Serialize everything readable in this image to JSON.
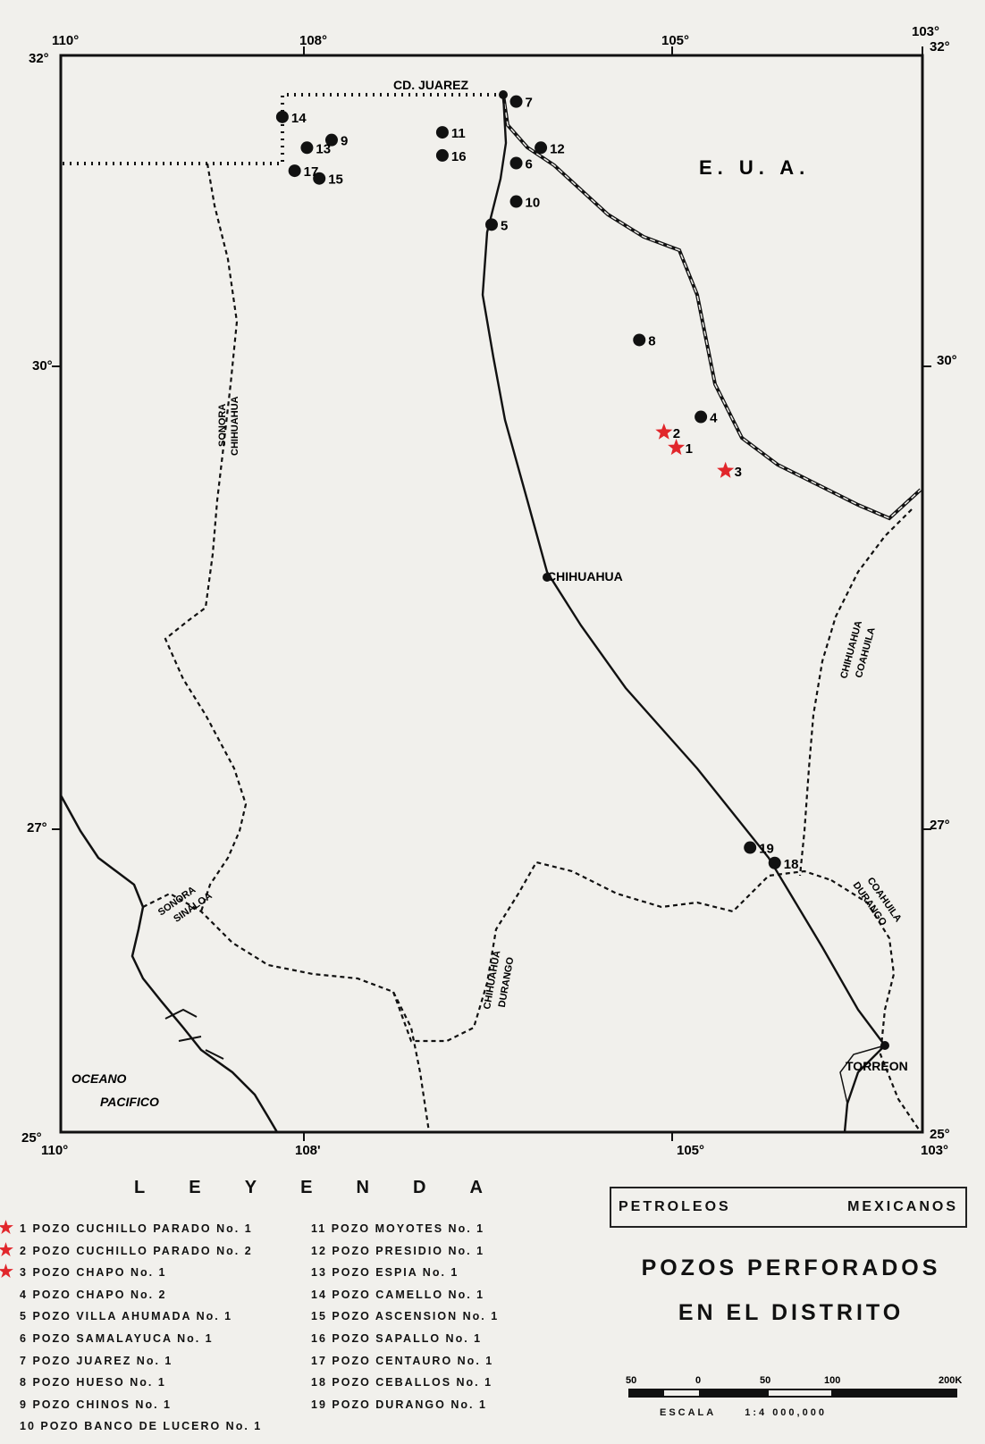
{
  "map": {
    "coords": {
      "top": [
        "110°",
        "108°",
        "105°",
        "103°"
      ],
      "bottom": [
        "110°",
        "108'",
        "105°",
        "103°"
      ],
      "left": [
        "32°",
        "30°",
        "27°",
        "25°"
      ],
      "right": [
        "32°",
        "30°",
        "27°",
        "25°"
      ]
    },
    "labels": {
      "country": "E. U. A.",
      "ciudad_juarez": "CD. JUAREZ",
      "chihuahua": "CHIHUAHUA",
      "torreon": "TORREON",
      "ocean_line1": "OCEANO",
      "ocean_line2": "PACIFICO"
    },
    "state_labels": {
      "sonora_chihuahua": [
        "SONORA",
        "CHIHUAHUA"
      ],
      "sonora_sinaloa": [
        "SONORA",
        "SINALOA"
      ],
      "chihuahua_durango": [
        "CHIHUAHUA",
        "DURANGO"
      ],
      "chihuahua_coahuila": [
        "CHIHUAHUA",
        "COAHUILA"
      ],
      "coahuila_durango": [
        "COAHUILA",
        "DURANGO"
      ]
    },
    "wells": [
      {
        "n": "1",
        "lat": 29.45,
        "lon": -105.0,
        "marker": "star"
      },
      {
        "n": "2",
        "lat": 29.55,
        "lon": -105.1,
        "marker": "star"
      },
      {
        "n": "3",
        "lat": 29.3,
        "lon": -104.6,
        "marker": "star"
      },
      {
        "n": "4",
        "lat": 29.65,
        "lon": -104.8,
        "marker": "dot"
      },
      {
        "n": "5",
        "lat": 30.9,
        "lon": -106.5,
        "marker": "dot"
      },
      {
        "n": "6",
        "lat": 31.3,
        "lon": -106.3,
        "marker": "dot"
      },
      {
        "n": "7",
        "lat": 31.7,
        "lon": -106.3,
        "marker": "dot"
      },
      {
        "n": "8",
        "lat": 30.15,
        "lon": -105.3,
        "marker": "dot"
      },
      {
        "n": "9",
        "lat": 31.45,
        "lon": -107.8,
        "marker": "dot"
      },
      {
        "n": "10",
        "lat": 31.05,
        "lon": -106.3,
        "marker": "dot"
      },
      {
        "n": "11",
        "lat": 31.5,
        "lon": -106.9,
        "marker": "dot"
      },
      {
        "n": "12",
        "lat": 31.4,
        "lon": -106.1,
        "marker": "dot"
      },
      {
        "n": "13",
        "lat": 31.4,
        "lon": -108.0,
        "marker": "dot"
      },
      {
        "n": "14",
        "lat": 31.6,
        "lon": -108.2,
        "marker": "dot"
      },
      {
        "n": "15",
        "lat": 31.2,
        "lon": -107.9,
        "marker": "dot"
      },
      {
        "n": "16",
        "lat": 31.35,
        "lon": -106.9,
        "marker": "dot"
      },
      {
        "n": "17",
        "lat": 31.25,
        "lon": -108.1,
        "marker": "dot"
      },
      {
        "n": "18",
        "lat": 26.75,
        "lon": -104.2,
        "marker": "dot"
      },
      {
        "n": "19",
        "lat": 26.85,
        "lon": -104.4,
        "marker": "dot"
      }
    ]
  },
  "legend": {
    "title": [
      "L",
      "E",
      "Y",
      "E",
      "N",
      "D",
      "A"
    ],
    "left_column": [
      {
        "num": "1",
        "text": "POZO  CUCHILLO PARADO  No. 1",
        "starred": true
      },
      {
        "num": "2",
        "text": "POZO  CUCHILLO PARADO  No. 2",
        "starred": true
      },
      {
        "num": "3",
        "text": "POZO  CHAPO  No. 1",
        "starred": true
      },
      {
        "num": "4",
        "text": "POZO  CHAPO  No. 2",
        "starred": false
      },
      {
        "num": "5",
        "text": "POZO  VILLA AHUMADA  No. 1",
        "starred": false
      },
      {
        "num": "6",
        "text": "POZO  SAMALAYUCA  No. 1",
        "starred": false
      },
      {
        "num": "7",
        "text": "POZO  JUAREZ  No. 1",
        "starred": false
      },
      {
        "num": "8",
        "text": "POZO  HUESO  No. 1",
        "starred": false
      },
      {
        "num": "9",
        "text": "POZO  CHINOS  No. 1",
        "starred": false
      },
      {
        "num": "10",
        "text": "POZO  BANCO DE LUCERO No. 1",
        "starred": false
      }
    ],
    "right_column": [
      {
        "num": "11",
        "text": "POZO  MOYOTES  No. 1"
      },
      {
        "num": "12",
        "text": "POZO  PRESIDIO  No. 1"
      },
      {
        "num": "13",
        "text": "POZO  ESPIA  No. 1"
      },
      {
        "num": "14",
        "text": "POZO  CAMELLO  No. 1"
      },
      {
        "num": "15",
        "text": "POZO  ASCENSION  No. 1"
      },
      {
        "num": "16",
        "text": "POZO  SAPALLO  No. 1"
      },
      {
        "num": "17",
        "text": "POZO  CENTAURO  No. 1"
      },
      {
        "num": "18",
        "text": "POZO  CEBALLOS  No. 1"
      },
      {
        "num": "19",
        "text": "POZO  DURANGO  No. 1"
      }
    ]
  },
  "title_block": {
    "org_left": "PETROLEOS",
    "org_right": "MEXICANOS",
    "title_line1": "POZOS  PERFORADOS",
    "title_line2": "EN  EL  DISTRITO"
  },
  "scale": {
    "ticks": [
      "50",
      "0",
      "50",
      "100",
      "200K"
    ],
    "label": "ESCALA",
    "ratio": "1:4 000,000"
  },
  "colors": {
    "star": "#e1262b",
    "ink": "#111111",
    "paper": "#f1f0ec"
  }
}
